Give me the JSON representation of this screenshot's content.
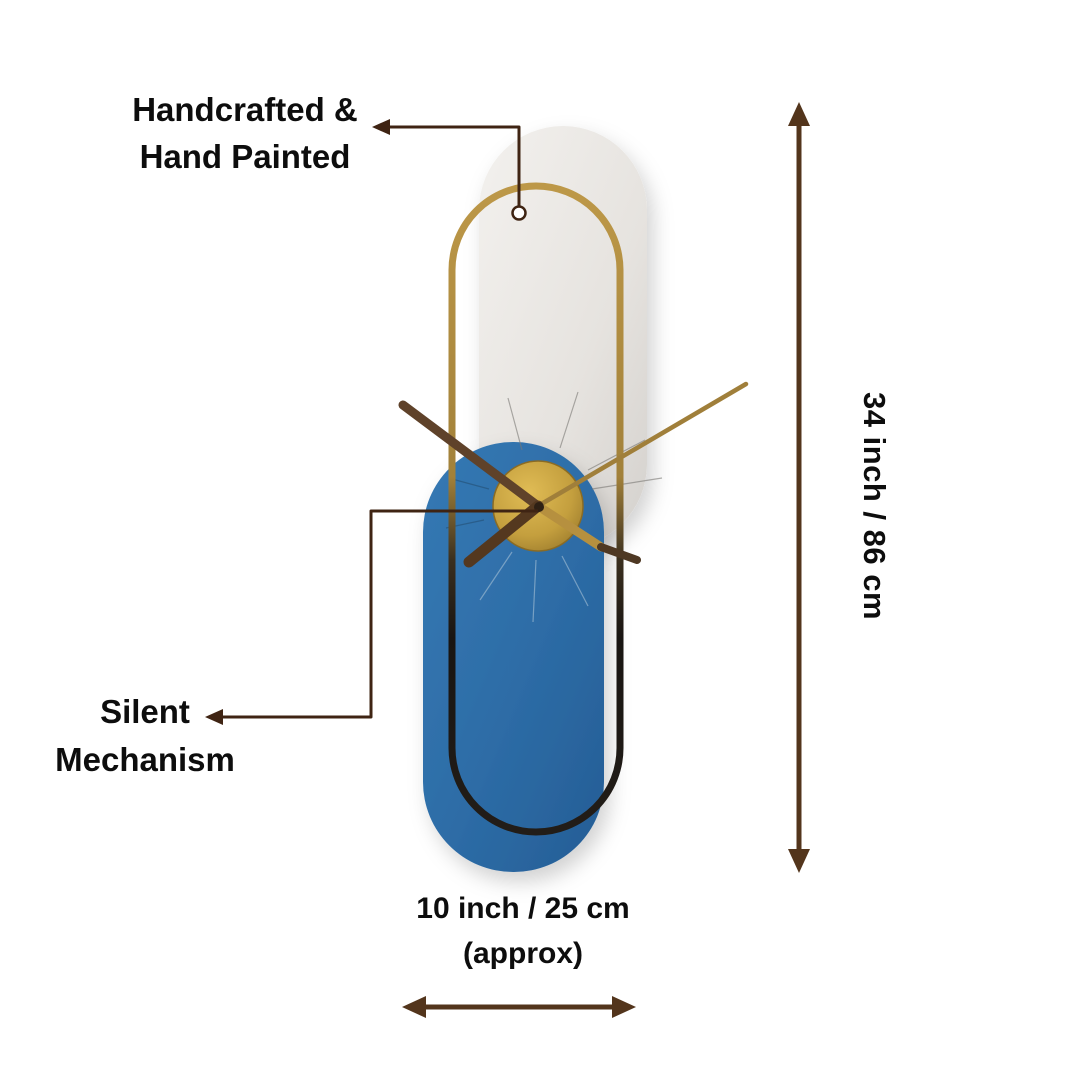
{
  "canvas": {
    "background": "#ffffff"
  },
  "callouts": {
    "handcrafted": {
      "line1": "Handcrafted &",
      "line2": "Hand Painted"
    },
    "silent": {
      "line1": "Silent",
      "line2": "Mechanism"
    }
  },
  "dimensions": {
    "height": {
      "label": "34 inch / 86 cm"
    },
    "width": {
      "line1": "10 inch / 25 cm",
      "line2": "(approx)"
    }
  },
  "illustration": {
    "name": "two-tone-capsule-wall-clock",
    "colors": {
      "panel_light": "#e9e6e2",
      "panel_blue": "#2e6ca6",
      "brass_wire": "#b08b3e",
      "wire_dark": "#1c1713",
      "hand_wood": "#5f422a",
      "hand_brass": "#b6903f",
      "center_disc": "#c49f3e"
    }
  },
  "annotation_style": {
    "callout_line_color": "#3f2413",
    "dimension_arrow_color": "#53351c",
    "text_color": "#0d0d0d"
  }
}
